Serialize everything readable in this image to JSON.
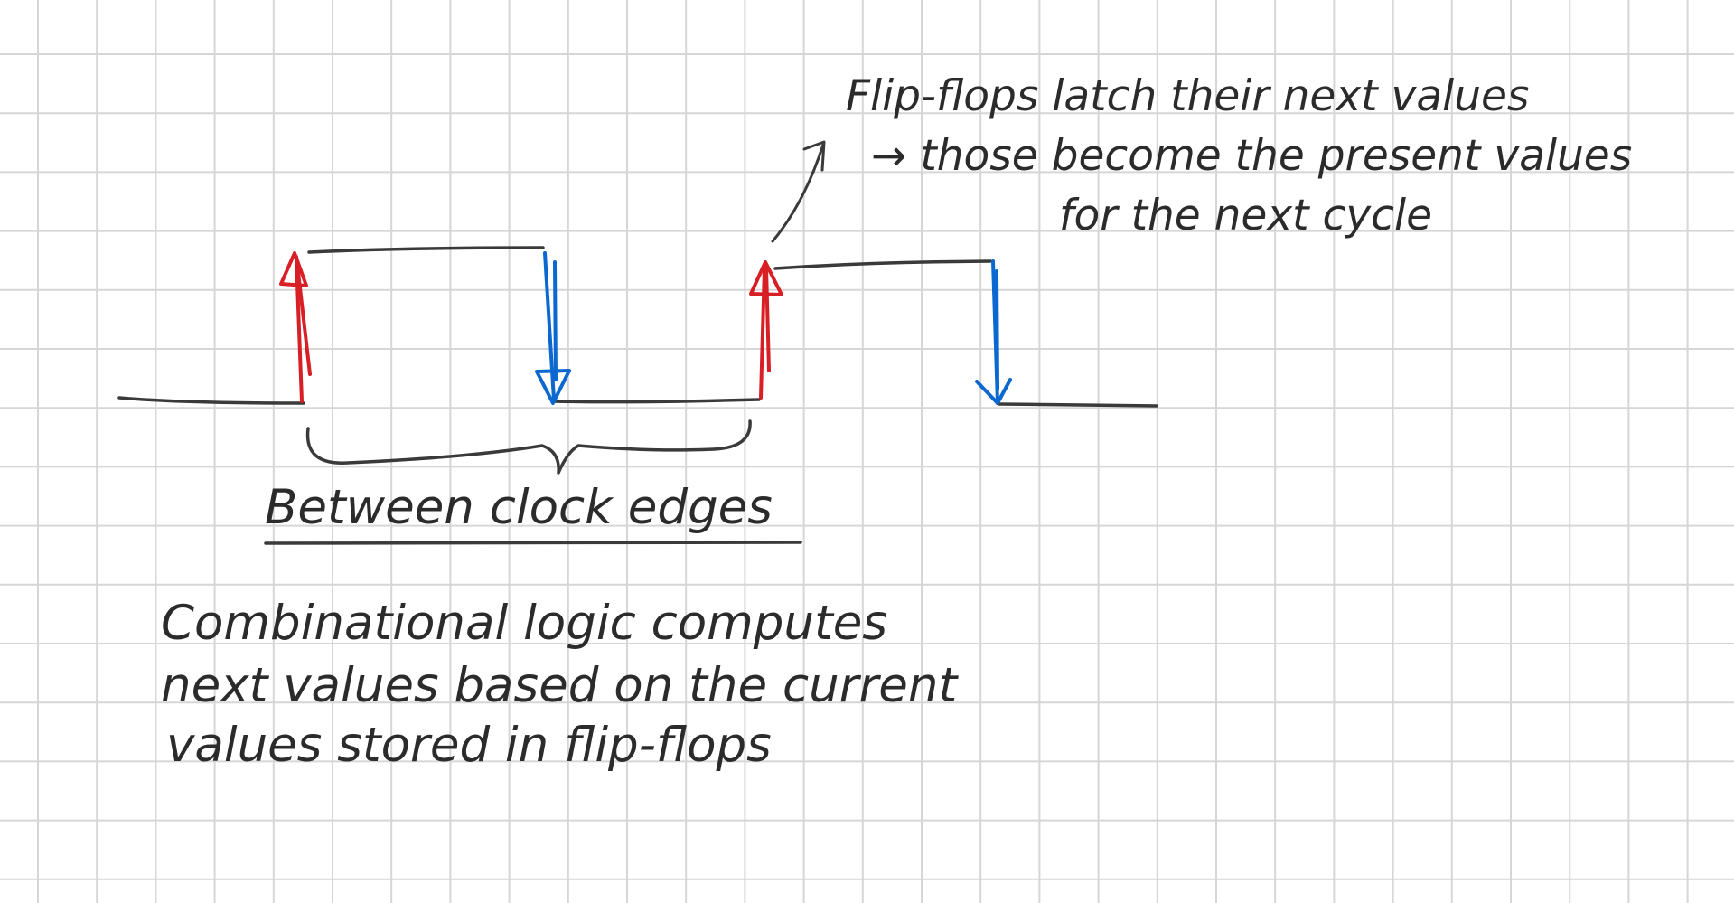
{
  "colors": {
    "grid": "#d6d6d6",
    "ink": "#3a3a3a",
    "rising_edge": "#d81f26",
    "falling_edge": "#0a68d0"
  },
  "annotation": {
    "lines": [
      "Flip-flops latch their next values",
      "→ those become the present values",
      "for the next cycle"
    ]
  },
  "brace_label": "Between clock edges",
  "description": {
    "lines": [
      "Combinational logic computes",
      "next values based on the current",
      "values stored in flip-flops"
    ]
  }
}
